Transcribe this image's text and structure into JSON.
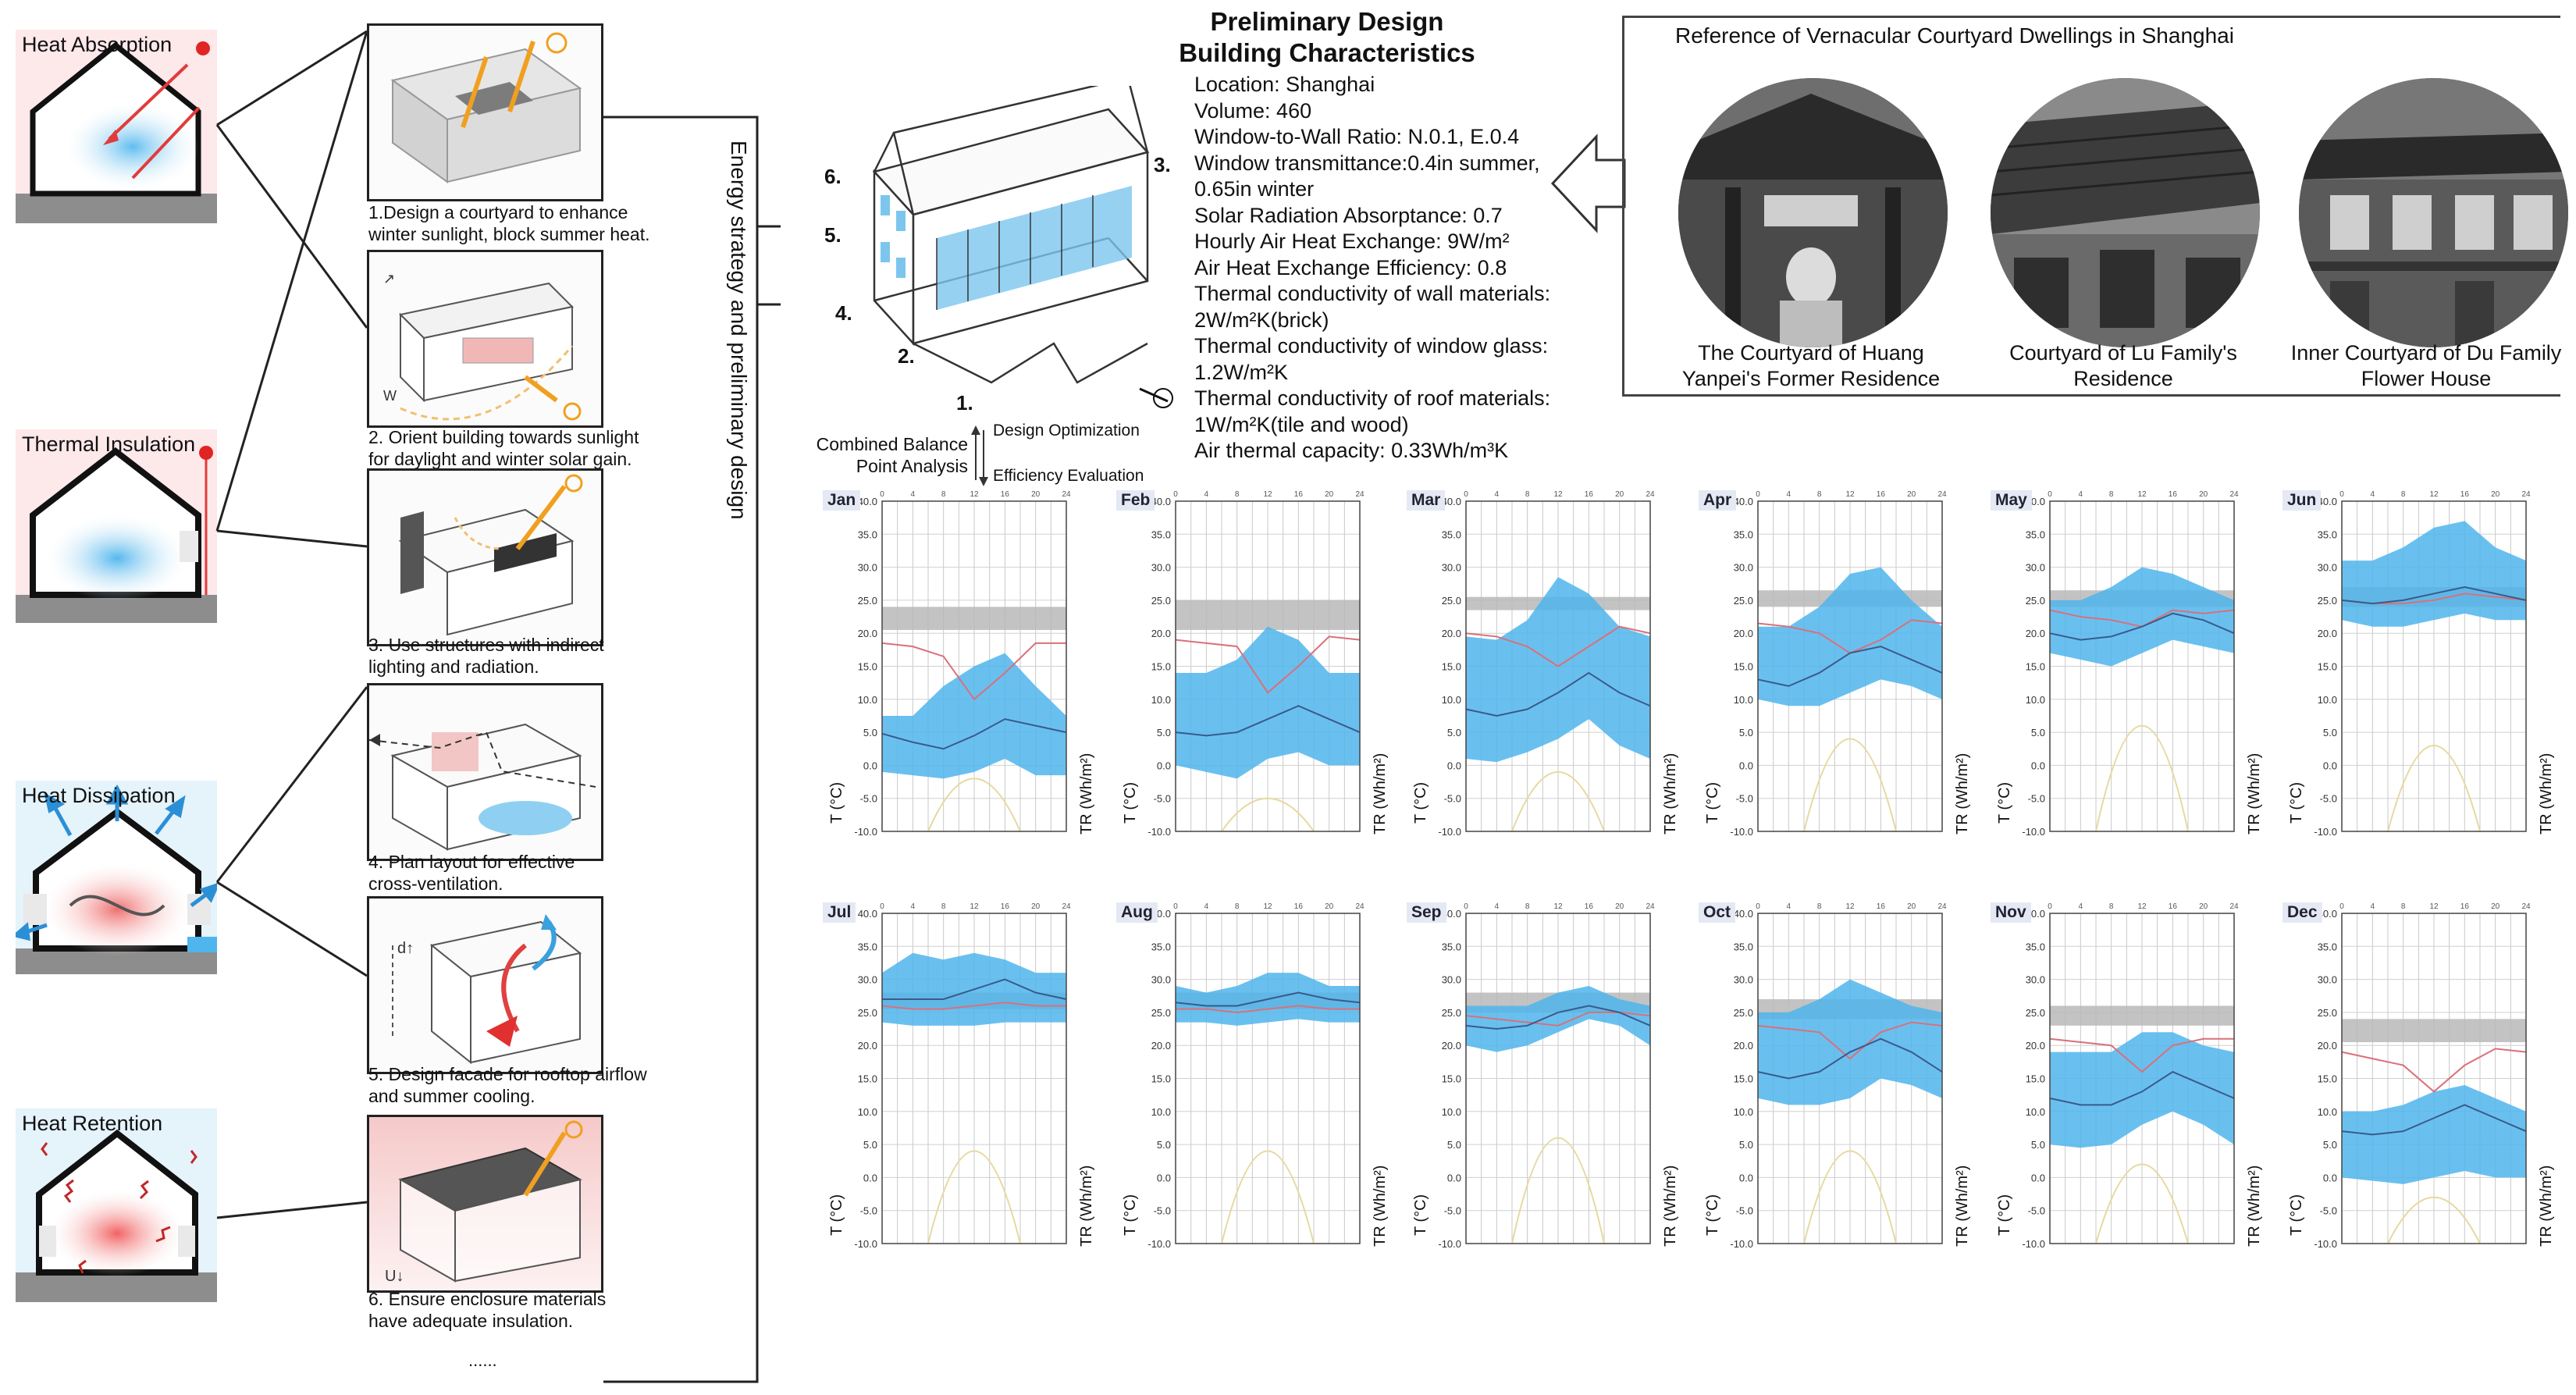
{
  "left_column": {
    "houses": [
      {
        "label": "Heat Absorption",
        "type": "absorption"
      },
      {
        "label": "Thermal Insulation",
        "type": "insulation"
      },
      {
        "label": "Heat Dissipation",
        "type": "dissipation"
      },
      {
        "label": "Heat Retention",
        "type": "retention"
      }
    ]
  },
  "strategies": [
    {
      "caption_1": "1.Design a courtyard to enhance",
      "caption_2": "winter sunlight, block summer heat."
    },
    {
      "caption_1": "2. Orient building towards sunlight",
      "caption_2": "for daylight and winter solar gain."
    },
    {
      "caption_1": "3. Use structures with indirect",
      "caption_2": "lighting and radiation."
    },
    {
      "caption_1": "4. Plan layout for effective",
      "caption_2": "cross-ventilation."
    },
    {
      "caption_1": "5. Design facade for rooftop airflow",
      "caption_2": "and summer cooling."
    },
    {
      "caption_1": "6. Ensure enclosure materials",
      "caption_2": "have adequate insulation."
    }
  ],
  "strategies_ellipsis": "......",
  "vertical_label": "Energy strategy and preliminary design",
  "design": {
    "title_1": "Preliminary Design",
    "title_2": "Building Characteristics",
    "model_numbers": [
      "1.",
      "2.",
      "3.",
      "4.",
      "5.",
      "6."
    ],
    "process_left_1": "Combined Balance",
    "process_left_2": "Point Analysis",
    "process_right_top": "Design Optimization",
    "process_right_bottom": "Efficiency Evaluation",
    "params": [
      "Location: Shanghai",
      "Volume: 460",
      "Window-to-Wall Ratio: N.0.1, E.0.4",
      "Window transmittance:0.4in summer,",
      "0.65in winter",
      "Solar Radiation Absorptance: 0.7",
      "Hourly Air Heat Exchange: 9W/m²",
      "Air Heat Exchange Efficiency: 0.8",
      "Thermal conductivity of wall materials:",
      "2W/m²K(brick)",
      "Thermal conductivity of window glass:",
      "1.2W/m²K",
      "Thermal conductivity of roof materials:",
      "1W/m²K(tile and wood)",
      "Air thermal capacity: 0.33Wh/m³K"
    ]
  },
  "reference": {
    "title": "Reference of Vernacular Courtyard Dwellings in Shanghai",
    "photos": [
      {
        "caption_1": "The Courtyard of Huang",
        "caption_2": "Yanpei's Former Residence"
      },
      {
        "caption_1": "Courtyard of Lu Family's",
        "caption_2": "Residence"
      },
      {
        "caption_1": "Inner Courtyard of Du Family",
        "caption_2": "Flower House"
      }
    ]
  },
  "colors": {
    "band": "#4fb5ec",
    "comfort": "#b9b9b9",
    "mean_line": "#3a5a8c",
    "red_line": "#d9707a",
    "solar": "#e6d9a0",
    "warm": "#ef8f8f",
    "cool": "#8fd0f2"
  },
  "chart_axis": {
    "y_left_label": "T (°C)",
    "y_right_label": "TR (Wh/m²)",
    "y_ticks": [
      "40.0",
      "35.0",
      "30.0",
      "25.0",
      "20.0",
      "15.0",
      "10.0",
      "5.0",
      "0.0",
      "-5.0",
      "-10.0"
    ],
    "y_min": -10,
    "y_max": 40,
    "hours": [
      0,
      4,
      8,
      12,
      16,
      20,
      24
    ]
  },
  "chart_data": [
    {
      "type": "area",
      "month": "Jan",
      "comfort": [
        20.5,
        24
      ],
      "hours": [
        0,
        4,
        8,
        12,
        16,
        20,
        24
      ],
      "band_low": [
        -1,
        -1.5,
        -2,
        -1,
        1,
        -1.5,
        -1.5
      ],
      "band_high": [
        7.5,
        7.5,
        12,
        15,
        17,
        12,
        7.5
      ],
      "mean": [
        4.8,
        3.5,
        2.5,
        4.5,
        7,
        6,
        5
      ],
      "red": [
        18.5,
        18,
        16.5,
        10,
        14,
        18.5,
        18.5
      ],
      "solar_peak": -2
    },
    {
      "type": "area",
      "month": "Feb",
      "comfort": [
        20.5,
        25
      ],
      "hours": [
        0,
        4,
        8,
        12,
        16,
        20,
        24
      ],
      "band_low": [
        0,
        -1,
        -2,
        1,
        2,
        0,
        0
      ],
      "band_high": [
        14,
        14,
        16,
        21,
        19,
        14,
        14
      ],
      "mean": [
        5,
        4.5,
        5,
        7,
        9,
        7,
        5
      ],
      "red": [
        19,
        18.5,
        18,
        11,
        15,
        19.5,
        19
      ],
      "solar_peak": -5
    },
    {
      "type": "area",
      "month": "Mar",
      "comfort": [
        23.5,
        25.5
      ],
      "hours": [
        0,
        4,
        8,
        12,
        16,
        20,
        24
      ],
      "band_low": [
        1,
        0.5,
        2,
        4,
        7,
        3,
        1
      ],
      "band_high": [
        19.5,
        19,
        22,
        28.5,
        26,
        21,
        19.5
      ],
      "mean": [
        8.5,
        7.5,
        8.5,
        11,
        14,
        11,
        9
      ],
      "red": [
        20,
        19.5,
        18,
        15,
        18,
        21,
        20
      ],
      "solar_peak": -1
    },
    {
      "type": "area",
      "month": "Apr",
      "comfort": [
        24,
        26.5
      ],
      "hours": [
        0,
        4,
        8,
        12,
        16,
        20,
        24
      ],
      "band_low": [
        10,
        9,
        9,
        11,
        13,
        12,
        10
      ],
      "band_high": [
        21,
        21,
        24,
        29,
        30,
        25,
        21
      ],
      "mean": [
        13,
        12,
        14,
        17,
        18,
        16,
        14
      ],
      "red": [
        21.5,
        21,
        20,
        17,
        19,
        22,
        21.5
      ],
      "solar_peak": 4
    },
    {
      "type": "area",
      "month": "May",
      "comfort": [
        24,
        26.5
      ],
      "hours": [
        0,
        4,
        8,
        12,
        16,
        20,
        24
      ],
      "band_low": [
        17,
        16,
        15,
        17,
        19,
        18,
        17
      ],
      "band_high": [
        25,
        25,
        27,
        30,
        29,
        27,
        25
      ],
      "mean": [
        20,
        19,
        19.5,
        21,
        23,
        22,
        20
      ],
      "red": [
        23.5,
        22.5,
        22,
        21,
        23.5,
        23,
        23.5
      ],
      "solar_peak": 6
    },
    {
      "type": "area",
      "month": "Jun",
      "comfort": [
        24,
        27
      ],
      "hours": [
        0,
        4,
        8,
        12,
        16,
        20,
        24
      ],
      "band_low": [
        22,
        21,
        21,
        22,
        23,
        22,
        22
      ],
      "band_high": [
        31,
        31,
        33,
        36,
        37,
        33,
        31
      ],
      "mean": [
        25,
        24.5,
        25,
        26,
        27,
        26,
        25
      ],
      "red": [
        25,
        24.5,
        24.5,
        25,
        26,
        25.5,
        25
      ],
      "solar_peak": 3
    },
    {
      "type": "area",
      "month": "Jul",
      "comfort": [
        25.5,
        28
      ],
      "hours": [
        0,
        4,
        8,
        12,
        16,
        20,
        24
      ],
      "band_low": [
        23.5,
        23,
        23,
        23,
        23.5,
        23.5,
        23.5
      ],
      "band_high": [
        31,
        34,
        33,
        34,
        33,
        31,
        31
      ],
      "mean": [
        27,
        27,
        27,
        28.5,
        30,
        28,
        27
      ],
      "red": [
        26,
        25.5,
        25.5,
        26,
        26.5,
        26,
        26
      ],
      "solar_peak": 4
    },
    {
      "type": "area",
      "month": "Aug",
      "comfort": [
        25.5,
        28
      ],
      "hours": [
        0,
        4,
        8,
        12,
        16,
        20,
        24
      ],
      "band_low": [
        23.5,
        23.5,
        23,
        23.5,
        24,
        23.5,
        23.5
      ],
      "band_high": [
        29,
        28,
        29,
        31,
        31,
        29,
        29
      ],
      "mean": [
        26.5,
        26,
        26,
        27,
        28,
        27,
        26.5
      ],
      "red": [
        25.5,
        25.5,
        25,
        25.5,
        26,
        25.5,
        25.5
      ],
      "solar_peak": 4
    },
    {
      "type": "area",
      "month": "Sep",
      "comfort": [
        25,
        28
      ],
      "hours": [
        0,
        4,
        8,
        12,
        16,
        20,
        24
      ],
      "band_low": [
        20,
        19,
        20,
        22,
        24,
        23,
        20
      ],
      "band_high": [
        26,
        26,
        26,
        28,
        29,
        27,
        26
      ],
      "mean": [
        23,
        22.5,
        23,
        25,
        26,
        25,
        23
      ],
      "red": [
        24.5,
        24,
        23.5,
        23,
        25,
        25,
        24.5
      ],
      "solar_peak": 6
    },
    {
      "type": "area",
      "month": "Oct",
      "comfort": [
        24,
        27
      ],
      "hours": [
        0,
        4,
        8,
        12,
        16,
        20,
        24
      ],
      "band_low": [
        12,
        11,
        11,
        12,
        15,
        14,
        12
      ],
      "band_high": [
        25,
        25,
        27,
        30,
        28,
        26,
        25
      ],
      "mean": [
        16,
        15,
        16,
        19,
        21,
        19,
        16
      ],
      "red": [
        23,
        22.5,
        22,
        18,
        22,
        23.5,
        23
      ],
      "solar_peak": 4
    },
    {
      "type": "area",
      "month": "Nov",
      "comfort": [
        23,
        26
      ],
      "hours": [
        0,
        4,
        8,
        12,
        16,
        20,
        24
      ],
      "band_low": [
        5,
        4.5,
        5,
        8,
        10,
        8,
        5
      ],
      "band_high": [
        19,
        19,
        19,
        22,
        22,
        20,
        19
      ],
      "mean": [
        12,
        11,
        11,
        13,
        16,
        14,
        12
      ],
      "red": [
        21,
        20.5,
        20,
        16,
        20,
        21,
        21
      ],
      "solar_peak": 2
    },
    {
      "type": "area",
      "month": "Dec",
      "comfort": [
        20.5,
        24
      ],
      "hours": [
        0,
        4,
        8,
        12,
        16,
        20,
        24
      ],
      "band_low": [
        0,
        -0.5,
        -1,
        0,
        1,
        0,
        0
      ],
      "band_high": [
        10,
        10,
        11,
        13,
        14,
        12,
        10
      ],
      "mean": [
        7,
        6.5,
        7,
        9,
        11,
        9,
        7
      ],
      "red": [
        19,
        18,
        17,
        13,
        17,
        19.5,
        19
      ],
      "solar_peak": -3
    }
  ]
}
